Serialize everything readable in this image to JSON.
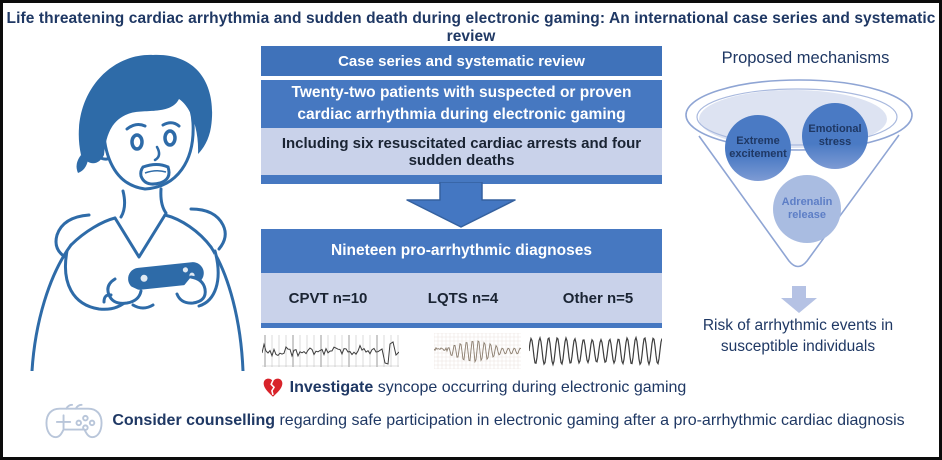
{
  "title": "Life threatening cardiac arrhythmia and sudden death during electronic gaming: An international case series and systematic review",
  "flowchart": {
    "header": "Case series and systematic review",
    "patients": "Twenty-two patients with suspected or proven cardiac arrhythmia during electronic gaming",
    "including": "Including six resuscitated cardiac arrests and four sudden deaths",
    "diagnoses": "Nineteen pro-arrhythmic diagnoses",
    "groups": [
      {
        "label": "CPVT n=10",
        "ecg": "irregular-baseline-ecg"
      },
      {
        "label": "LQTS n=4",
        "ecg": "torsades-de-pointes-ecg"
      },
      {
        "label": "Other n=5",
        "ecg": "ventricular-tachycardia-ecg"
      }
    ]
  },
  "mechanisms": {
    "title": "Proposed mechanisms",
    "factors": [
      "Extreme excitement",
      "Emotional stress",
      "Adrenalin release"
    ],
    "outcome": "Risk of arrhythmic events in susceptible individuals"
  },
  "recommendations": [
    {
      "icon": "broken-heart-icon",
      "bold": "Investigate",
      "text": " syncope occurring during electronic gaming"
    },
    {
      "icon": "gamepad-icon",
      "bold": "Consider counselling",
      "text": " regarding safe participation in electronic gaming after a pro-arrhythmic cardiac diagnosis"
    }
  ],
  "colors": {
    "navy": "#1f3864",
    "hdr_blue": "#3f72ba",
    "mid_blue": "#4678c1",
    "light_blue": "#c9d2ea",
    "ink": "#2e6ba8",
    "funnel_outline": "#8fa5d4",
    "ellipse_fill": "#dde3f2",
    "circle_dark": "#4a7ac4",
    "circle_light": "#a9bce1",
    "small_arrow": "#b5c2e4",
    "heart_red": "#d8232a",
    "gamepad_grey": "#b9c6da",
    "dark_text": "#1a2433"
  }
}
